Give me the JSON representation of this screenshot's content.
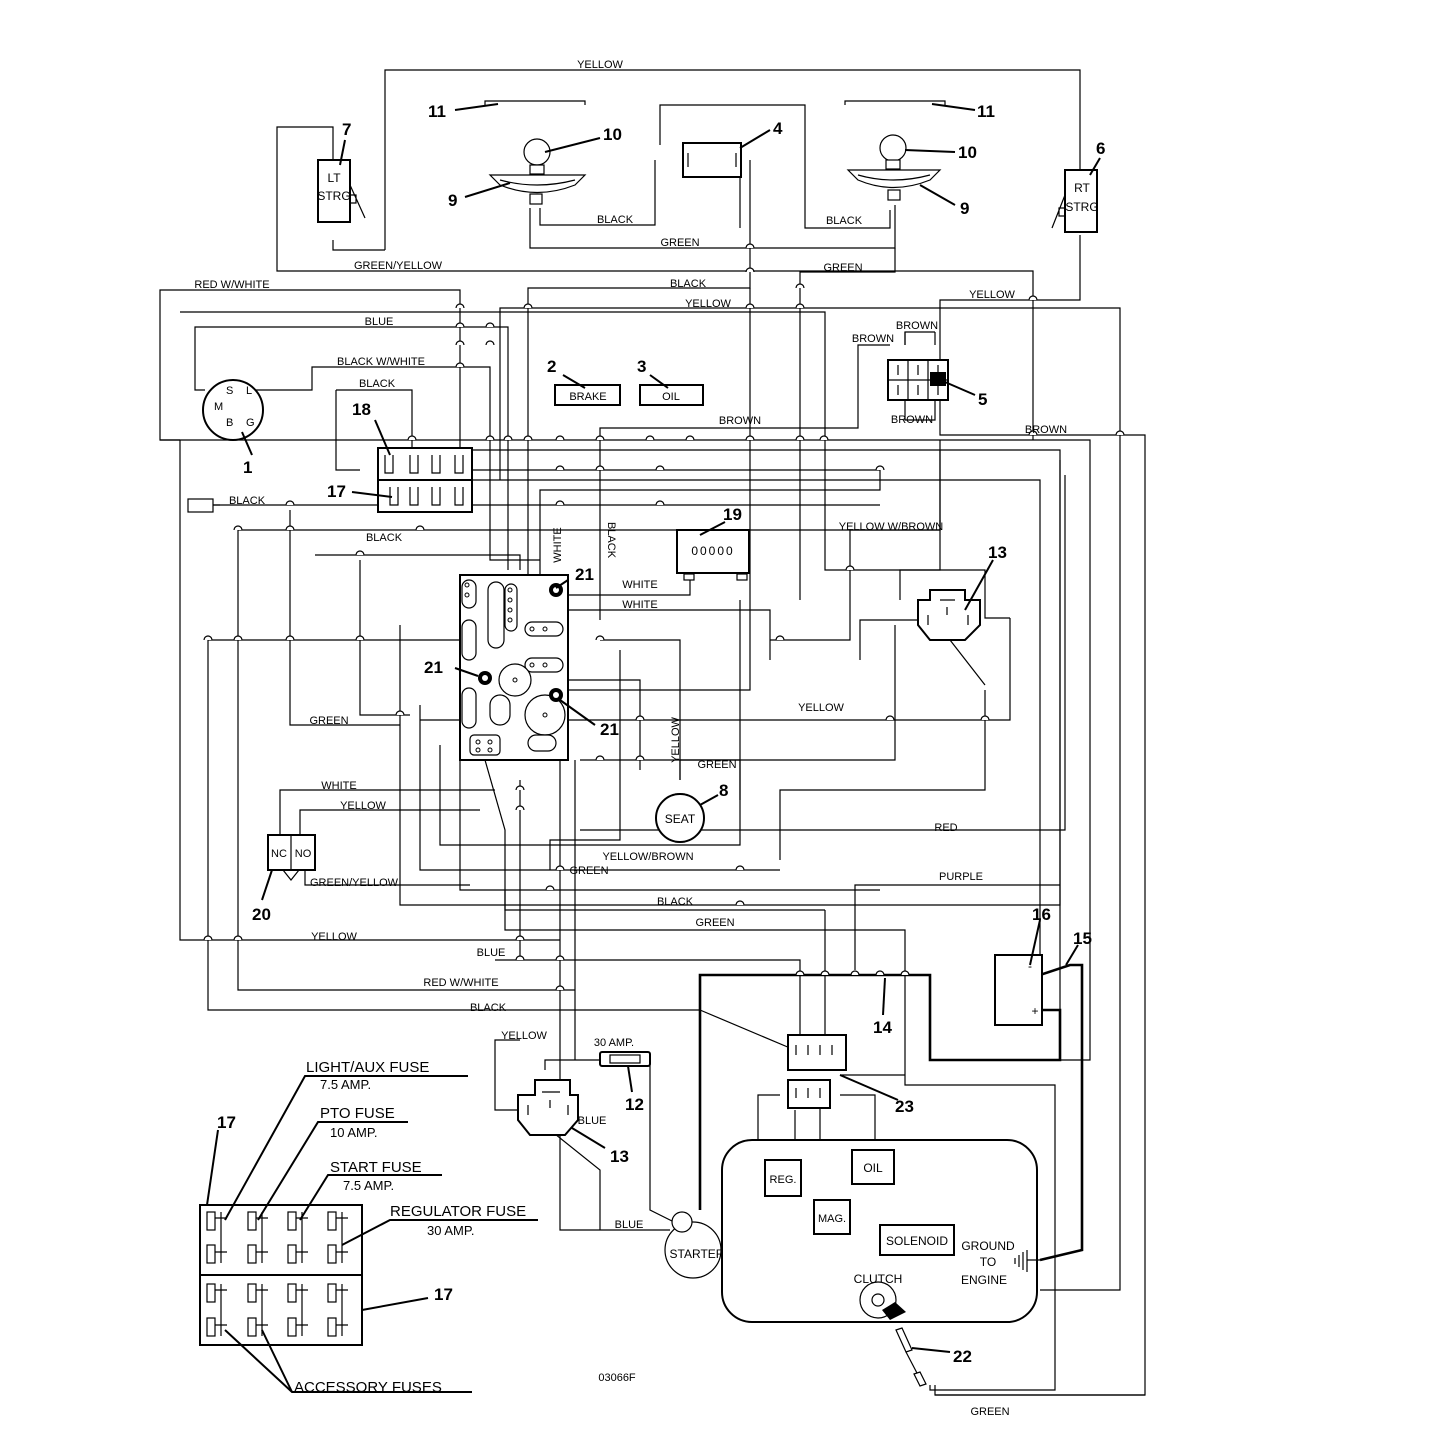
{
  "drawing_id": "03066F",
  "component_labels": {
    "lt_strg": [
      "LT",
      "STRG"
    ],
    "rt_strg": [
      "RT",
      "STRG"
    ],
    "brake": "BRAKE",
    "oil_switch": "OIL",
    "seat": "SEAT",
    "nc": "NC",
    "no": "NO",
    "amp30": "30 AMP.",
    "blue_small": "BLUE",
    "starter": "STARTER",
    "reg": "REG.",
    "mag": "MAG.",
    "oil_engine": "OIL",
    "solenoid": "SOLENOID",
    "ground": [
      "GROUND",
      "TO",
      "ENGINE"
    ],
    "clutch": "CLUTCH",
    "ignition_terms": [
      "S",
      "L",
      "M",
      "B",
      "G"
    ],
    "battery_plus": "+",
    "battery_minus": "-",
    "hour_meter": "00000"
  },
  "callouts": [
    {
      "id": "n1",
      "text": "1"
    },
    {
      "id": "n2",
      "text": "2"
    },
    {
      "id": "n3",
      "text": "3"
    },
    {
      "id": "n4",
      "text": "4"
    },
    {
      "id": "n5",
      "text": "5"
    },
    {
      "id": "n6",
      "text": "6"
    },
    {
      "id": "n7",
      "text": "7"
    },
    {
      "id": "n8",
      "text": "8"
    },
    {
      "id": "n9a",
      "text": "9"
    },
    {
      "id": "n9b",
      "text": "9"
    },
    {
      "id": "n10a",
      "text": "10"
    },
    {
      "id": "n10b",
      "text": "10"
    },
    {
      "id": "n11a",
      "text": "11"
    },
    {
      "id": "n11b",
      "text": "11"
    },
    {
      "id": "n12",
      "text": "12"
    },
    {
      "id": "n13a",
      "text": "13"
    },
    {
      "id": "n13b",
      "text": "13"
    },
    {
      "id": "n14",
      "text": "14"
    },
    {
      "id": "n15",
      "text": "15"
    },
    {
      "id": "n16",
      "text": "16"
    },
    {
      "id": "n17a",
      "text": "17"
    },
    {
      "id": "n17b",
      "text": "17"
    },
    {
      "id": "n17c",
      "text": "17"
    },
    {
      "id": "n18",
      "text": "18"
    },
    {
      "id": "n19",
      "text": "19"
    },
    {
      "id": "n20",
      "text": "20"
    },
    {
      "id": "n21a",
      "text": "21"
    },
    {
      "id": "n21b",
      "text": "21"
    },
    {
      "id": "n21c",
      "text": "21"
    },
    {
      "id": "n22",
      "text": "22"
    },
    {
      "id": "n23",
      "text": "23"
    }
  ],
  "wire_labels": [
    {
      "id": "w01",
      "text": "YELLOW"
    },
    {
      "id": "w02",
      "text": "BLACK"
    },
    {
      "id": "w03",
      "text": "BLACK"
    },
    {
      "id": "w04",
      "text": "GREEN"
    },
    {
      "id": "w05",
      "text": "GREEN/YELLOW"
    },
    {
      "id": "w06",
      "text": "GREEN"
    },
    {
      "id": "w07",
      "text": "RED W/WHITE"
    },
    {
      "id": "w08",
      "text": "BLACK"
    },
    {
      "id": "w09",
      "text": "YELLOW"
    },
    {
      "id": "w10",
      "text": "YELLOW"
    },
    {
      "id": "w11",
      "text": "BLUE"
    },
    {
      "id": "w12",
      "text": "BROWN"
    },
    {
      "id": "w13",
      "text": "BROWN"
    },
    {
      "id": "w14",
      "text": "BLACK W/WHITE"
    },
    {
      "id": "w15",
      "text": "BLACK"
    },
    {
      "id": "w16",
      "text": "BROWN"
    },
    {
      "id": "w17",
      "text": "BROWN"
    },
    {
      "id": "w18",
      "text": "BROWN"
    },
    {
      "id": "w19",
      "text": "BLACK"
    },
    {
      "id": "w20",
      "text": "BLACK"
    },
    {
      "id": "w21",
      "text": "YELLOW W/BROWN"
    },
    {
      "id": "w22",
      "text": "WHITE"
    },
    {
      "id": "w23",
      "text": "BLACK"
    },
    {
      "id": "w24",
      "text": "WHITE"
    },
    {
      "id": "w25",
      "text": "WHITE"
    },
    {
      "id": "w26",
      "text": "GREEN"
    },
    {
      "id": "w27",
      "text": "YELLOW"
    },
    {
      "id": "w28",
      "text": "YELLOW"
    },
    {
      "id": "w29",
      "text": "GREEN"
    },
    {
      "id": "w30",
      "text": "WHITE"
    },
    {
      "id": "w31",
      "text": "YELLOW"
    },
    {
      "id": "w32",
      "text": "RED"
    },
    {
      "id": "w33",
      "text": "YELLOW/BROWN"
    },
    {
      "id": "w34",
      "text": "GREEN"
    },
    {
      "id": "w35",
      "text": "GREEN/YELLOW"
    },
    {
      "id": "w36",
      "text": "PURPLE"
    },
    {
      "id": "w37",
      "text": "BLACK"
    },
    {
      "id": "w38",
      "text": "GREEN"
    },
    {
      "id": "w39",
      "text": "YELLOW"
    },
    {
      "id": "w40",
      "text": "BLUE"
    },
    {
      "id": "w41",
      "text": "RED W/WHITE"
    },
    {
      "id": "w42",
      "text": "BLACK"
    },
    {
      "id": "w43",
      "text": "YELLOW"
    },
    {
      "id": "w44",
      "text": "BLUE"
    },
    {
      "id": "w45",
      "text": "GREEN"
    }
  ],
  "fuse_legend": {
    "light_aux": "LIGHT/AUX FUSE",
    "light_aux_amp": "7.5 AMP.",
    "pto": "PTO FUSE",
    "pto_amp": "10 AMP.",
    "start": "START FUSE",
    "start_amp": "7.5 AMP.",
    "regulator": "REGULATOR FUSE",
    "regulator_amp": "30 AMP.",
    "accessory": "ACCESSORY FUSES"
  }
}
